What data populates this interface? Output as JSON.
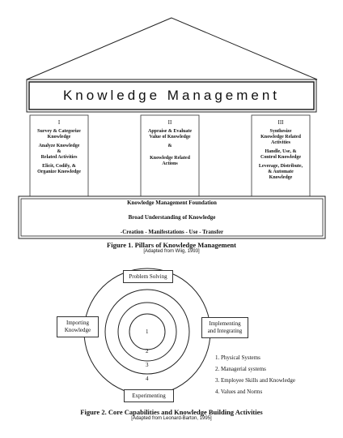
{
  "figure1": {
    "title": "Knowledge Management",
    "pillars": [
      {
        "numeral": "I",
        "lines": [
          "Survey & Categorize",
          "Knowledge",
          "",
          "Analyze Knowledge",
          "&",
          "Related Activities",
          "",
          "Elicit, Codify, &",
          "Organize Knowledge"
        ]
      },
      {
        "numeral": "II",
        "lines": [
          "Appraise & Evaluate",
          "Value of Knowledge",
          "",
          "&",
          "",
          "",
          "Knowledge Related",
          "Actions"
        ]
      },
      {
        "numeral": "III",
        "lines": [
          "Synthesize",
          "Knowledge Related",
          "Activities",
          "",
          "Handle, Use, &",
          "Control Knowledge",
          "",
          "Leverage, Distribute,",
          "& Automate",
          "Knowledge"
        ]
      }
    ],
    "foundation": {
      "title": "Knowledge Management Foundation",
      "line2": "Broad Understanding of Knowledge",
      "line3": "-Creation - Manifestations - Use - Transfer"
    },
    "caption": "Figure 1.  Pillars of Knowledge Management",
    "source": "[Adapted from Wiig, 1993]"
  },
  "figure2": {
    "boxes": {
      "top": "Problem Solving",
      "left": [
        "Importing",
        "Knowledge"
      ],
      "right": [
        "Implementing",
        "and Integrating"
      ],
      "bottom": "Experimenting"
    },
    "rings": [
      "1",
      "2",
      "3",
      "4"
    ],
    "legend": [
      "1.  Physical Systems",
      "2.  Managerial systems",
      "3.  Employee Skills and Knowledge",
      "4.  Values and Norms"
    ],
    "caption": "Figure 2.  Core Capabilities and Knowledge Building Activities",
    "source": "[Adapted from Leonard-Barton, 1995]"
  }
}
